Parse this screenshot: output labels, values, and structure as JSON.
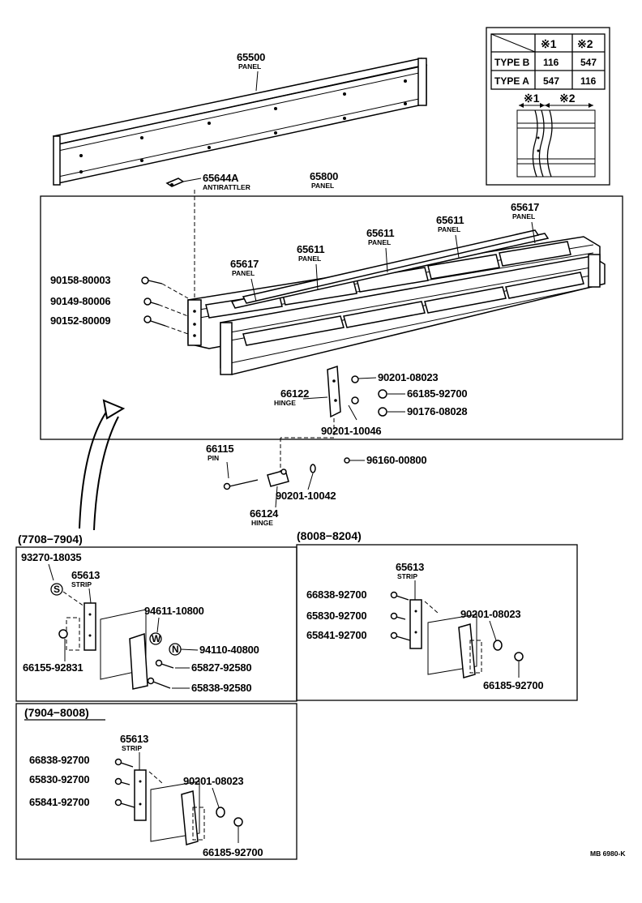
{
  "labels": {
    "p65500": {
      "num": "65500",
      "name": "PANEL"
    },
    "p65644A": {
      "num": "65644A",
      "name": "ANTIRATTLER"
    },
    "p65800": {
      "num": "65800",
      "name": "PANEL"
    },
    "p65617a": {
      "num": "65617",
      "name": "PANEL"
    },
    "p65611a": {
      "num": "65611",
      "name": "PANEL"
    },
    "p65611b": {
      "num": "65611",
      "name": "PANEL"
    },
    "p65611c": {
      "num": "65611",
      "name": "PANEL"
    },
    "p65617b": {
      "num": "65617",
      "name": "PANEL"
    },
    "b90158": "90158-80003",
    "b90149": "90149-80006",
    "b90152": "90152-80009",
    "h66122": {
      "num": "66122",
      "name": "HINGE"
    },
    "w90201_08023": "90201-08023",
    "n66185_a": "66185-92700",
    "n90176": "90176-08028",
    "w90201_10046": "90201-10046",
    "pin66115": {
      "num": "66115",
      "name": "PIN"
    },
    "n96160": "96160-00800",
    "w90201_10042": "90201-10042",
    "h66124": {
      "num": "66124",
      "name": "HINGE"
    }
  },
  "table": {
    "headers": [
      "",
      "※1",
      "※2"
    ],
    "rows": [
      {
        "type": "TYPE B",
        "v1": "116",
        "v2": "547"
      },
      {
        "type": "TYPE A",
        "v1": "547",
        "v2": "116"
      }
    ],
    "callout1": "※1",
    "callout2": "※2"
  },
  "sections": {
    "s1": {
      "title": "(7708−7904)",
      "labels": {
        "a": "93270-18035",
        "b": {
          "num": "65613",
          "name": "STRIP"
        },
        "c": "94611-10800",
        "d": "94110-40800",
        "e": "65827-92580",
        "f": "65838-92580",
        "g": "66155-92831"
      },
      "marks": {
        "s": "S",
        "w": "W",
        "n": "N"
      }
    },
    "s2": {
      "title": "(8008−8204)",
      "labels": {
        "a": {
          "num": "65613",
          "name": "STRIP"
        },
        "b": "66838-92700",
        "c": "65830-92700",
        "d": "65841-92700",
        "e": "90201-08023",
        "f": "66185-92700"
      }
    },
    "s3": {
      "title": "(7904−8008)",
      "labels": {
        "a": {
          "num": "65613",
          "name": "STRIP"
        },
        "b": "66838-92700",
        "c": "65830-92700",
        "d": "65841-92700",
        "e": "90201-08023",
        "f": "66185-92700"
      }
    }
  },
  "footer": "MB 6980-K"
}
